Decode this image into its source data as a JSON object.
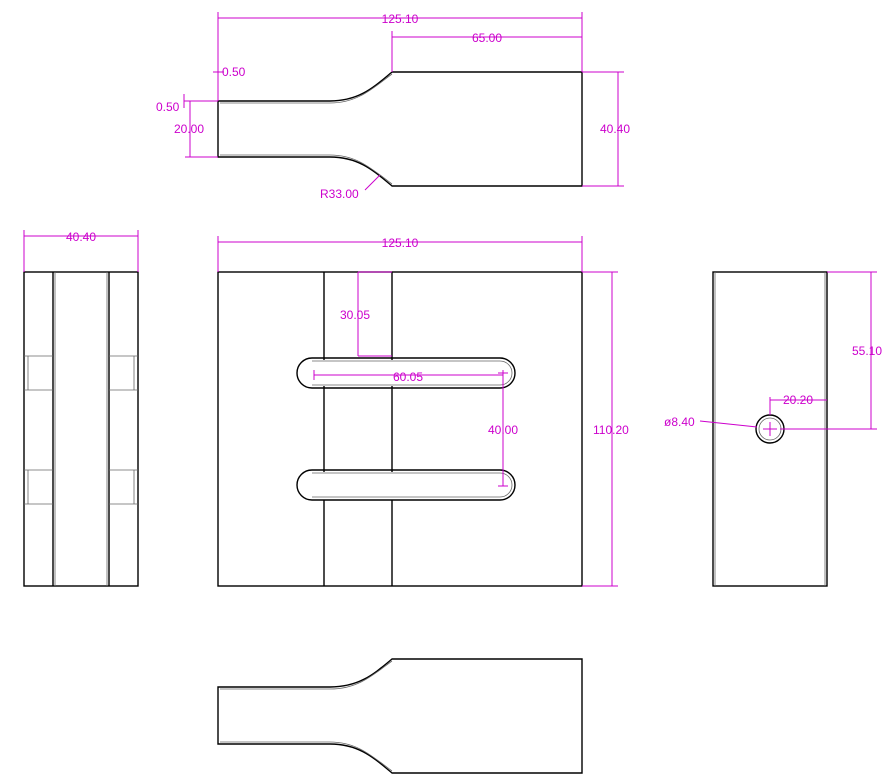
{
  "colors": {
    "part_line": "#000000",
    "dimension": "#cc00cc",
    "background": "#ffffff"
  },
  "dimensions": {
    "top_overall_length": "125.10",
    "top_tip_length": "65.00",
    "top_step_x": "0.50",
    "top_step_y": "0.50",
    "top_neck_height": "20.00",
    "top_tip_height": "40.40",
    "top_radius": "R33.00",
    "left_width": "40.40",
    "front_length": "125.10",
    "front_slot_depth": "30.05",
    "front_slot_length": "60.05",
    "front_slot_pitch": "40.00",
    "front_height": "110.20",
    "right_hole_height": "55.10",
    "right_hole_offset": "20.20",
    "right_hole_diameter": "ø8.40"
  }
}
